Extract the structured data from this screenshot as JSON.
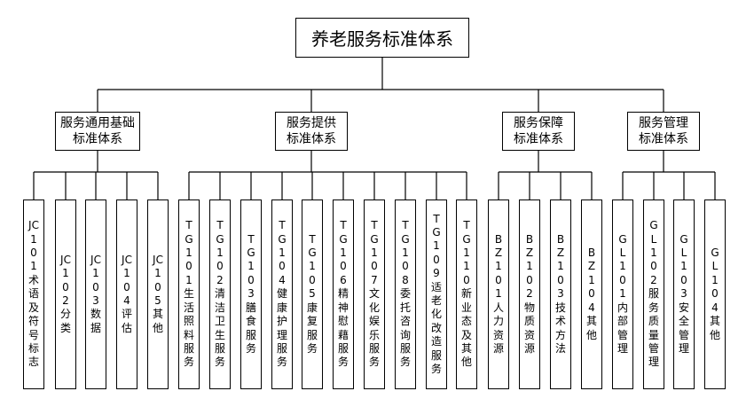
{
  "root": "养老服务标准体系",
  "categories": [
    {
      "label": "服务通用基础\n标准体系",
      "leaves": [
        "JC101术语及符号标志",
        "JC102分类",
        "JC103数据",
        "JC104评估",
        "JC105其他"
      ]
    },
    {
      "label": "服务提供\n标准体系",
      "leaves": [
        "TG101生活照料服务",
        "TG102清洁卫生服务",
        "TG103膳食服务",
        "TG104健康护理服务",
        "TG105康复服务",
        "TG106精神慰藉服务",
        "TG107文化娱乐服务",
        "TG108委托咨询服务",
        "TG109适老化改造服务",
        "TG110新业态及其他"
      ]
    },
    {
      "label": "服务保障\n标准体系",
      "leaves": [
        "BZ101人力资源",
        "BZ102物质资源",
        "BZ103技术方法",
        "BZ104其他"
      ]
    },
    {
      "label": "服务管理\n标准体系",
      "leaves": [
        "GL101内部管理",
        "GL102服务质量管理",
        "GL103安全管理",
        "GL104其他"
      ]
    }
  ]
}
